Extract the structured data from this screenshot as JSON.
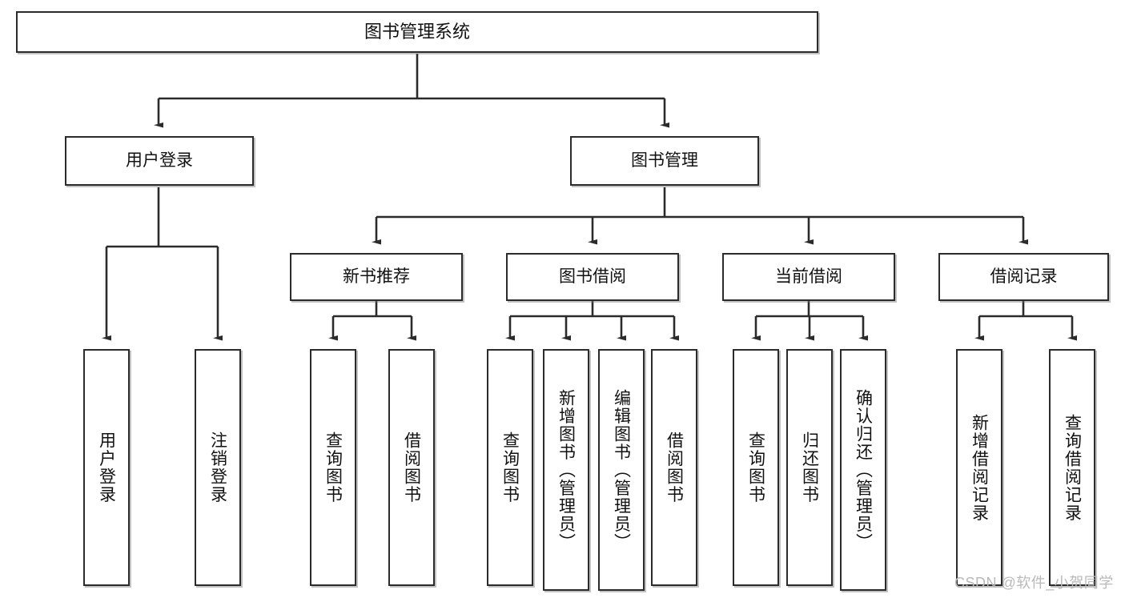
{
  "diagram": {
    "title": "图书管理系统",
    "watermark": "CSDN @软件_小贺同学",
    "colors": {
      "stroke": "#2b2b2b",
      "fill": "#ffffff",
      "text": "#111111",
      "watermark": "#b9b9b9"
    },
    "nodes": {
      "root": {
        "label": "图书管理系统"
      },
      "level2": [
        {
          "label": "用户登录"
        },
        {
          "label": "图书管理"
        }
      ],
      "level3": [
        {
          "label": "新书推荐"
        },
        {
          "label": "图书借阅"
        },
        {
          "label": "当前借阅"
        },
        {
          "label": "借阅记录"
        }
      ],
      "leaves": {
        "user_login": [
          {
            "label": "用户登录"
          },
          {
            "label": "注销登录"
          }
        ],
        "new_book_recommend": [
          {
            "label": "查询图书"
          },
          {
            "label": "借阅图书"
          }
        ],
        "book_borrow": [
          {
            "label": "查询图书"
          },
          {
            "label": "新增图书（管理员）"
          },
          {
            "label": "编辑图书（管理员）"
          },
          {
            "label": "借阅图书"
          }
        ],
        "current_borrow": [
          {
            "label": "查询图书"
          },
          {
            "label": "归还图书"
          },
          {
            "label": "确认归还（管理员）"
          }
        ],
        "borrow_record": [
          {
            "label": "新增借阅记录"
          },
          {
            "label": "查询借阅记录"
          }
        ]
      }
    }
  }
}
